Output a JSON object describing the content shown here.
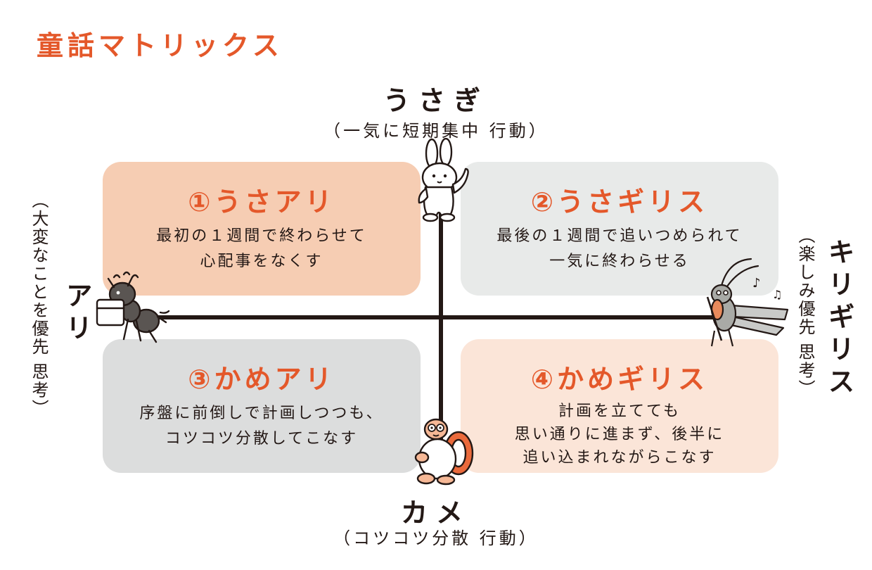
{
  "title": "童話マトリックス",
  "axes": {
    "top": {
      "label": "うさぎ",
      "sub": "（一気に短期集中 行動）"
    },
    "bottom": {
      "label": "カメ",
      "sub": "（コツコツ分散 行動）"
    },
    "left": {
      "label": "アリ",
      "sub": "（大変なことを優先 思考）"
    },
    "right": {
      "label": "キリギリス",
      "sub": "（楽しみ優先 思考）"
    }
  },
  "quadrants": [
    {
      "title": "①うさアリ",
      "desc": "最初の１週間で終わらせて\n心配事をなくす"
    },
    {
      "title": "②うさギリス",
      "desc": "最後の１週間で追いつめられて\n一気に終わらせる"
    },
    {
      "title": "③かめアリ",
      "desc": "序盤に前倒しで計画しつつも、\nコツコツ分散してこなす"
    },
    {
      "title": "④かめギリス",
      "desc": "計画を立てても\n思い通りに進まず、後半に\n追い込まれながらこなす"
    }
  ],
  "colors": {
    "accent": "#e4582a",
    "q1_bg": "#f6cdb3",
    "q2_bg": "#e8eae9",
    "q3_bg": "#dcdddd",
    "q4_bg": "#fbe5d8",
    "line": "#231815"
  },
  "icons": [
    "rabbit-illustration",
    "ant-illustration",
    "grasshopper-illustration",
    "turtle-illustration"
  ]
}
